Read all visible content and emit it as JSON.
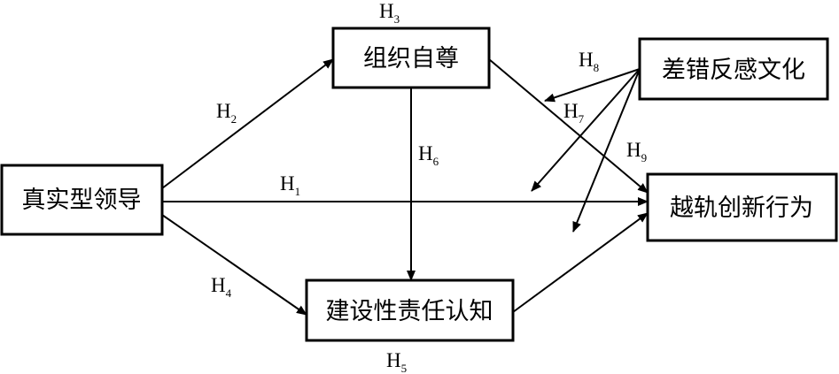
{
  "colors": {
    "stroke": "#000000",
    "background": "#ffffff"
  },
  "nodes": {
    "authentic_leadership": "真实型领导",
    "org_self_esteem": "组织自尊",
    "constructive_responsibility": "建设性责任认知",
    "differential_culture": "差错反感文化",
    "deviant_innovation": "越轨创新行为"
  },
  "hypotheses": {
    "h1": {
      "letter": "H",
      "num": "1"
    },
    "h2": {
      "letter": "H",
      "num": "2"
    },
    "h3": {
      "letter": "H",
      "num": "3"
    },
    "h4": {
      "letter": "H",
      "num": "4"
    },
    "h5": {
      "letter": "H",
      "num": "5"
    },
    "h6": {
      "letter": "H",
      "num": "6"
    },
    "h7": {
      "letter": "H",
      "num": "7"
    },
    "h8": {
      "letter": "H",
      "num": "8"
    },
    "h9": {
      "letter": "H",
      "num": "9"
    }
  }
}
